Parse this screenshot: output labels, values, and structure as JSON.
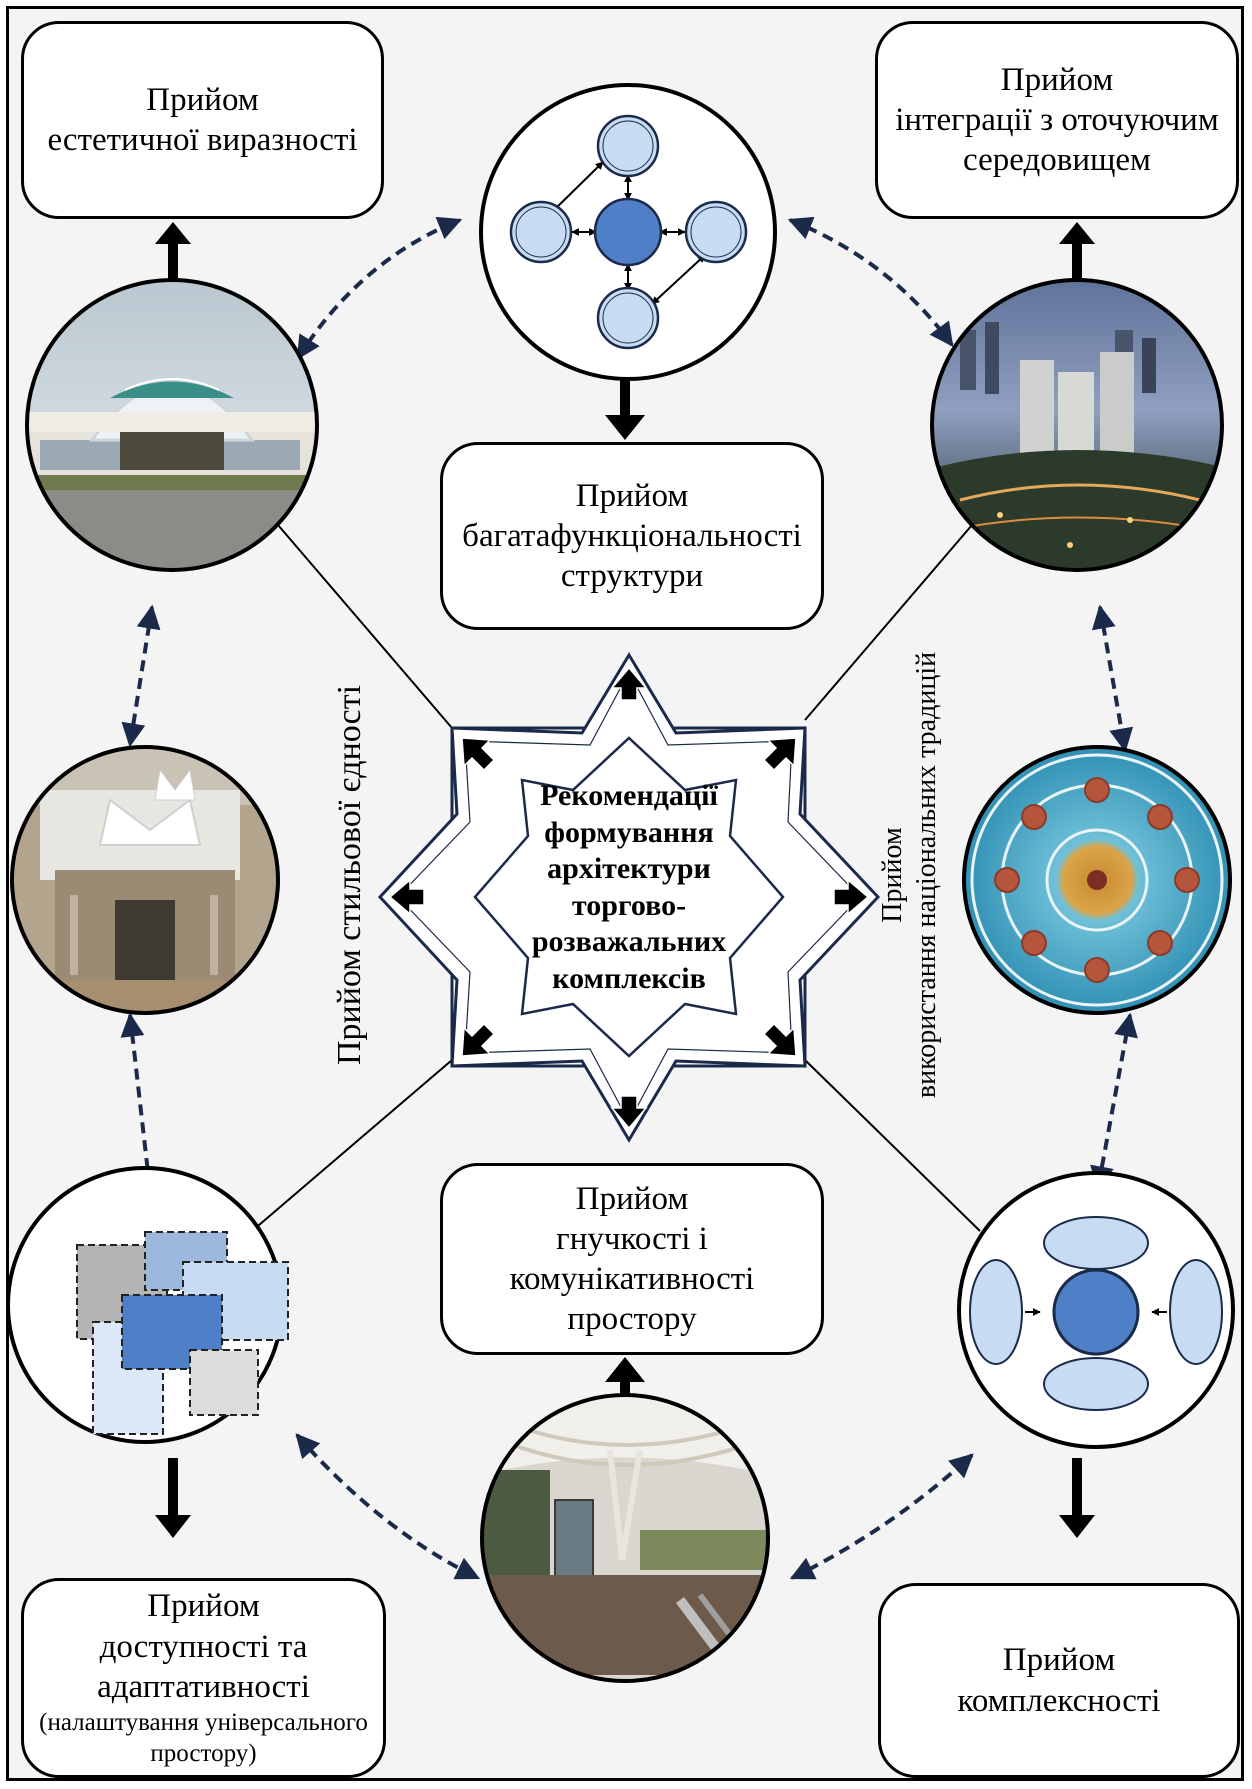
{
  "center": {
    "lines": [
      "Рекомендації",
      "формування",
      "архітектури",
      "торгово-",
      "розважальних",
      "комплексів"
    ]
  },
  "boxes": {
    "top_left": [
      "Прийом",
      "естетичної виразності"
    ],
    "top_right": [
      "Прийом",
      "інтеграції з оточуючим",
      "середовищем"
    ],
    "top_center": [
      "Прийом",
      "багатафункціональності",
      "структури"
    ],
    "bottom_center": [
      "Прийом",
      "гнучкості і",
      "комунікативності",
      "простору"
    ],
    "bottom_left": {
      "lines": [
        "Прийом",
        "доступності та",
        "адаптативності"
      ],
      "note": [
        "(налаштування універсального",
        "простору)"
      ]
    },
    "bottom_right": [
      "Прийом",
      "комплексності"
    ]
  },
  "vertical_labels": {
    "left": "Прийом стильової єдності",
    "right": [
      "Прийом",
      "використання національних традицій"
    ]
  },
  "photos": {
    "mall_dome": "photo-mall-dome",
    "city_skyline": "photo-city-skyline",
    "mall_tents": "photo-mall-tents",
    "islamic_ornament": "photo-islamic-ornament",
    "atrium_interior": "photo-atrium-interior"
  },
  "colors": {
    "dark_navy": "#1b2a4a",
    "light_blue": "#c7dbf2",
    "mid_blue": "#4f7fc6",
    "frame_bg": "#f4f4f4"
  }
}
